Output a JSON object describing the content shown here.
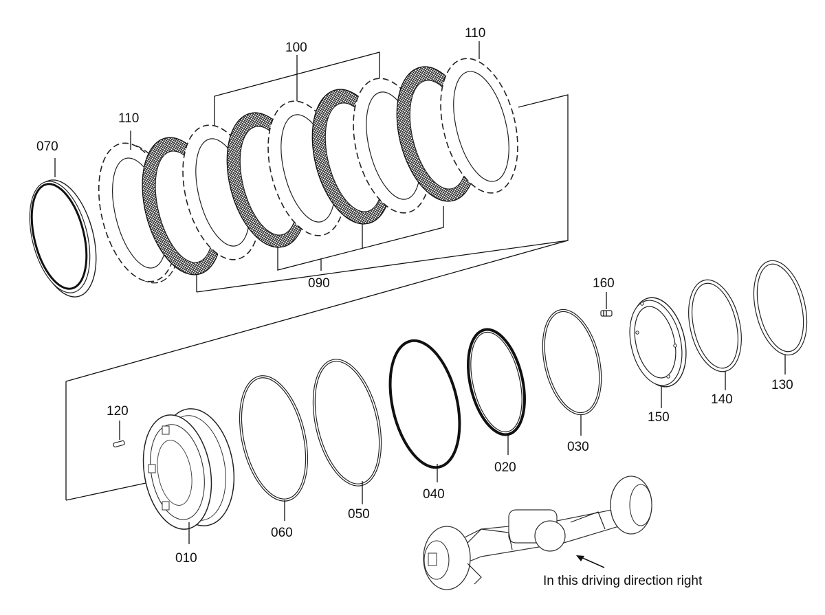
{
  "labels": {
    "p070": "070",
    "p110a": "110",
    "p110b": "110",
    "p100": "100",
    "p090": "090",
    "p160": "160",
    "p120": "120",
    "p130": "130",
    "p140": "140",
    "p150": "150",
    "p030": "030",
    "p020": "020",
    "p040": "040",
    "p050": "050",
    "p060": "060",
    "p010": "010"
  },
  "caption": "In this driving direction right"
}
